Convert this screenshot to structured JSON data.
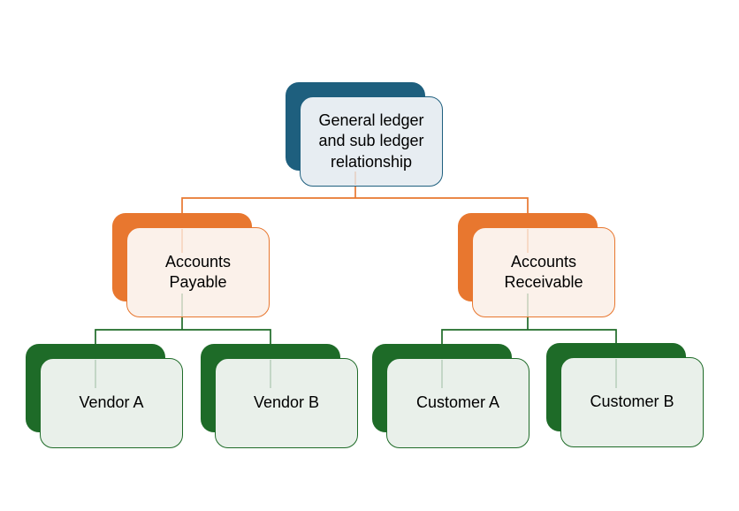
{
  "diagram": {
    "type": "hierarchy",
    "background": "#FFFFFF",
    "text_color": "#000000",
    "nodes": [
      {
        "id": "general-ledger",
        "label": "General ledger and sub ledger relationship",
        "level": 0,
        "theme": "teal",
        "parent": null
      },
      {
        "id": "accounts-payable",
        "label": "Accounts Payable",
        "level": 1,
        "theme": "orange",
        "parent": "general-ledger"
      },
      {
        "id": "accounts-receivable",
        "label": "Accounts Receivable",
        "level": 1,
        "theme": "orange",
        "parent": "general-ledger"
      },
      {
        "id": "vendor-a",
        "label": "Vendor A",
        "level": 2,
        "theme": "green",
        "parent": "accounts-payable"
      },
      {
        "id": "vendor-b",
        "label": "Vendor B",
        "level": 2,
        "theme": "green",
        "parent": "accounts-payable"
      },
      {
        "id": "customer-a",
        "label": "Customer A",
        "level": 2,
        "theme": "green",
        "parent": "accounts-receivable"
      },
      {
        "id": "customer-b",
        "label": "Customer B",
        "level": 2,
        "theme": "green",
        "parent": "accounts-receivable"
      }
    ],
    "themes": {
      "teal": {
        "solid": "#1E5F7E",
        "fill": "#E7EDF2"
      },
      "orange": {
        "solid": "#E8772F",
        "fill": "#FBF1EA"
      },
      "green": {
        "solid": "#1E6B28",
        "fill": "#E9F0EA"
      }
    },
    "connectors": {
      "level1_color": "#E8772F",
      "level2_color": "#1E6B28"
    }
  }
}
